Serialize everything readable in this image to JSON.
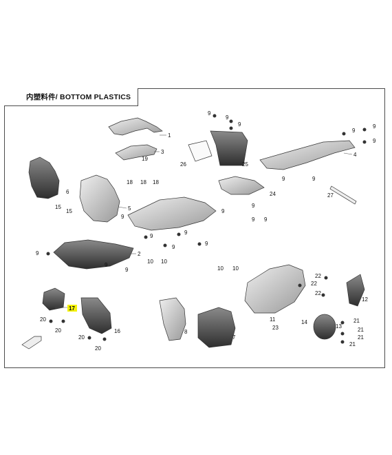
{
  "title": "内塑料件/ BOTTOM PLASTICS",
  "highlight_color": "#f4f20a",
  "part_color": "#d4d4d4",
  "part_dark": "#3a3a3a",
  "callouts": [
    {
      "id": "c1",
      "text": "1"
    },
    {
      "id": "c2",
      "text": "2"
    },
    {
      "id": "c3",
      "text": "3"
    },
    {
      "id": "c4",
      "text": "4"
    },
    {
      "id": "c5",
      "text": "5"
    },
    {
      "id": "c6",
      "text": "6"
    },
    {
      "id": "c7",
      "text": "7"
    },
    {
      "id": "c8",
      "text": "8"
    },
    {
      "id": "c9a",
      "text": "9"
    },
    {
      "id": "c9b",
      "text": "9"
    },
    {
      "id": "c9c",
      "text": "9"
    },
    {
      "id": "c9d",
      "text": "9"
    },
    {
      "id": "c9e",
      "text": "9"
    },
    {
      "id": "c9f",
      "text": "9"
    },
    {
      "id": "c9g",
      "text": "9"
    },
    {
      "id": "c9h",
      "text": "9"
    },
    {
      "id": "c9i",
      "text": "9"
    },
    {
      "id": "c9j",
      "text": "9"
    },
    {
      "id": "c9k",
      "text": "9"
    },
    {
      "id": "c9l",
      "text": "9"
    },
    {
      "id": "c9m",
      "text": "9"
    },
    {
      "id": "c9n",
      "text": "9"
    },
    {
      "id": "c9o",
      "text": "9"
    },
    {
      "id": "c9p",
      "text": "9"
    },
    {
      "id": "c9q",
      "text": "9"
    },
    {
      "id": "c9r",
      "text": "9"
    },
    {
      "id": "c9s",
      "text": "9"
    },
    {
      "id": "c9t",
      "text": "9"
    },
    {
      "id": "c10a",
      "text": "10"
    },
    {
      "id": "c10b",
      "text": "10"
    },
    {
      "id": "c10c",
      "text": "10"
    },
    {
      "id": "c10d",
      "text": "10"
    },
    {
      "id": "c11",
      "text": "11"
    },
    {
      "id": "c12",
      "text": "12"
    },
    {
      "id": "c13",
      "text": "13"
    },
    {
      "id": "c14",
      "text": "14"
    },
    {
      "id": "c15a",
      "text": "15"
    },
    {
      "id": "c15b",
      "text": "15"
    },
    {
      "id": "c16",
      "text": "16"
    },
    {
      "id": "c17",
      "text": "17"
    },
    {
      "id": "c18a",
      "text": "18"
    },
    {
      "id": "c18b",
      "text": "18"
    },
    {
      "id": "c18c",
      "text": "18"
    },
    {
      "id": "c19",
      "text": "19"
    },
    {
      "id": "c20a",
      "text": "20"
    },
    {
      "id": "c20b",
      "text": "20"
    },
    {
      "id": "c20c",
      "text": "20"
    },
    {
      "id": "c20d",
      "text": "20"
    },
    {
      "id": "c21a",
      "text": "21"
    },
    {
      "id": "c21b",
      "text": "21"
    },
    {
      "id": "c21c",
      "text": "21"
    },
    {
      "id": "c21d",
      "text": "21"
    },
    {
      "id": "c22a",
      "text": "22"
    },
    {
      "id": "c22b",
      "text": "22"
    },
    {
      "id": "c22c",
      "text": "22"
    },
    {
      "id": "c23",
      "text": "23"
    },
    {
      "id": "c24",
      "text": "24"
    },
    {
      "id": "c25",
      "text": "25"
    },
    {
      "id": "c26",
      "text": "26"
    },
    {
      "id": "c27",
      "text": "27"
    }
  ]
}
